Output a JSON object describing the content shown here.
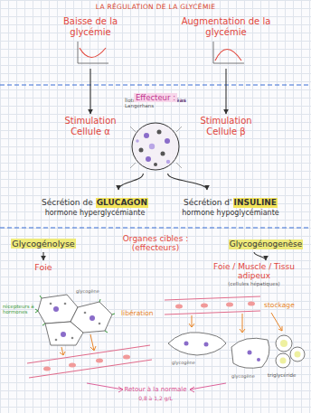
{
  "diagram": {
    "title": "LA RÉGULATION DE LA GLYCÉMIE",
    "nodes": [
      {
        "text": [
          "Baisse de la glycémie"
        ]
      },
      {
        "text": [
          "Augmentation de la glycémie"
        ]
      },
      {
        "text": [
          "Îlots de Langerhans",
          "Pancréas"
        ]
      },
      {
        "text": [
          "Stimulation Cellule α"
        ]
      },
      {
        "text": [
          "Stimulation Cellule β"
        ]
      },
      {
        "text": [
          "Sécrétion de",
          "GLUCAGON",
          "hormone hyperglycémiante"
        ]
      },
      {
        "text": [
          "Sécrétion d'",
          "INSULINE",
          "hormone hypoglycémiante"
        ]
      },
      {
        "text": [
          "Glycogénolyse"
        ]
      },
      {
        "text": [
          "Glycogénogenèse"
        ]
      },
      {
        "text": [
          "Foie"
        ]
      },
      {
        "text": [
          "Foie / Muscle / Tissu adipeux",
          "(cellules hépatiques)"
        ]
      }
    ],
    "edges": [
      {
        "from": 0,
        "to": 3,
        "arrow": "to"
      },
      {
        "from": 1,
        "to": 4,
        "arrow": "to"
      },
      {
        "from": 2,
        "to": 5,
        "arrow": "to"
      },
      {
        "from": 2,
        "to": 6,
        "arrow": "to"
      },
      {
        "from": 7,
        "to": 9,
        "arrow": "to"
      },
      {
        "from": 8,
        "to": 10,
        "arrow": "to"
      }
    ],
    "labels": [
      "Effecteur :",
      "Organes cibles : (effecteurs)",
      "récepteurs à hormones",
      "libération",
      "stockage",
      "glycogène",
      "glycogène",
      "glycogène",
      "triglycéride",
      "Retour à la normale",
      "0,8 à 1,2 g/L"
    ]
  }
}
